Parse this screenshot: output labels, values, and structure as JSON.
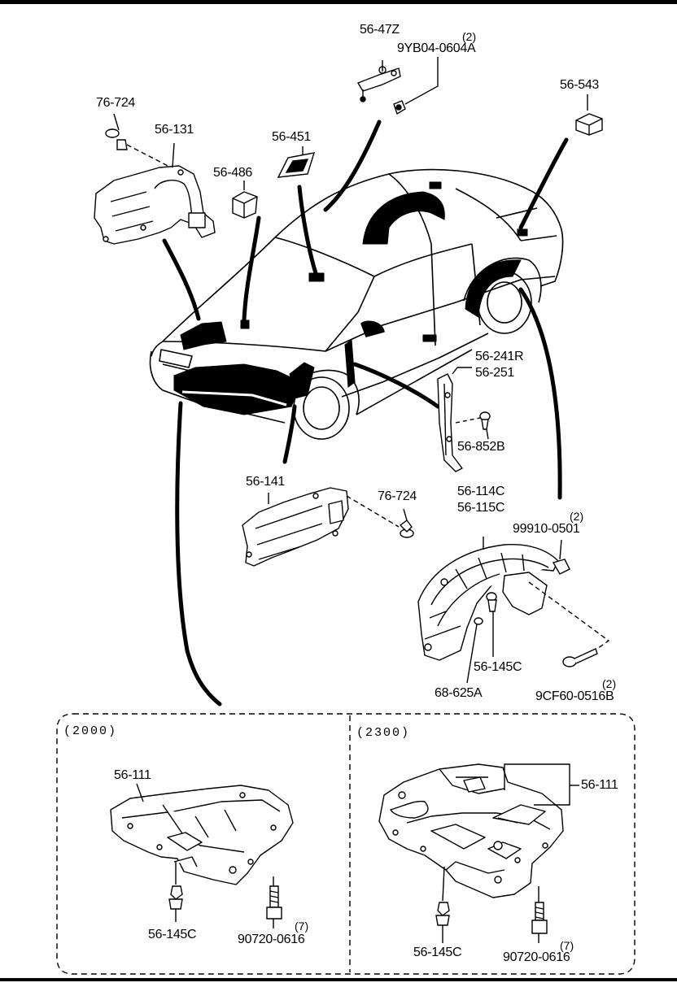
{
  "callouts": {
    "p56_47z": "56-47Z",
    "p9yb04_qty": "(2)",
    "p9yb04": "9YB04-0604A",
    "p56_543": "56-543",
    "p76_724_top": "76-724",
    "p56_131": "56-131",
    "p56_451": "56-451",
    "p56_486": "56-486",
    "p56_241r": "56-241R",
    "p56_251": "56-251",
    "p56_852b": "56-852B",
    "p56_141": "56-141",
    "p76_724_mid": "76-724",
    "p56_114c": "56-114C",
    "p56_115c": "56-115C",
    "p99910_qty": "(2)",
    "p99910": "99910-0501",
    "p56_145c_mid": "56-145C",
    "p68_625a": "68-625A",
    "p9cf60_qty": "(2)",
    "p9cf60": "9CF60-0516B"
  },
  "variants": [
    {
      "label": "(2000)",
      "part_cover": "56-111",
      "part_clip": "56-145C",
      "part_bolt_qty": "(7)",
      "part_bolt": "90720-0616"
    },
    {
      "label": "(2300)",
      "part_cover": "56-111",
      "part_clip": "56-145C",
      "part_bolt_qty": "(7)",
      "part_bolt": "90720-0616"
    }
  ]
}
